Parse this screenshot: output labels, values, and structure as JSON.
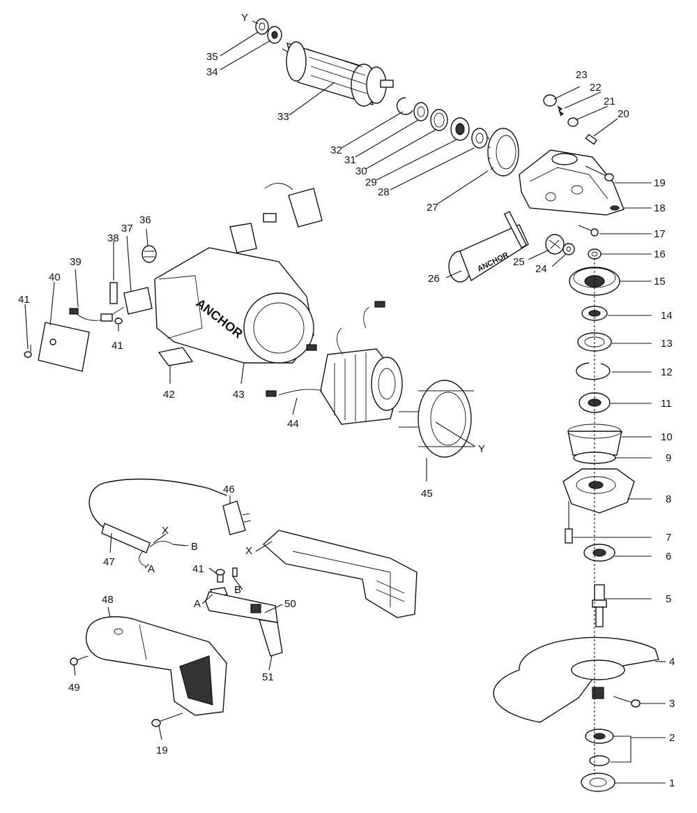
{
  "brand_text": "ANCHOR",
  "colors": {
    "ink": "#111111",
    "paper": "#ffffff"
  },
  "parts": {
    "p1": "1",
    "p2": "2",
    "p3": "3",
    "p4": "4",
    "p5": "5",
    "p6": "6",
    "p7": "7",
    "p8": "8",
    "p9": "9",
    "p10": "10",
    "p11": "11",
    "p12": "12",
    "p13": "13",
    "p14": "14",
    "p15": "15",
    "p16": "16",
    "p17": "17",
    "p18": "18",
    "p19a": "19",
    "p19b": "19",
    "p20": "20",
    "p21": "21",
    "p22": "22",
    "p23": "23",
    "p24": "24",
    "p25": "25",
    "p26": "26",
    "p27": "27",
    "p28": "28",
    "p29": "29",
    "p30": "30",
    "p31": "31",
    "p32": "32",
    "p33": "33",
    "p34": "34",
    "p35": "35",
    "p36": "36",
    "p37": "37",
    "p38": "38",
    "p39": "39",
    "p40": "40",
    "p41a": "41",
    "p41b": "41",
    "p41c": "41",
    "p42": "42",
    "p43": "43",
    "p44": "44",
    "p45": "45",
    "p46": "46",
    "p47": "47",
    "p48": "48",
    "p49": "49",
    "p50": "50",
    "p51": "51"
  },
  "connectors": {
    "y_top": "Y",
    "y_stator": "Y",
    "x_cord": "X",
    "x_housing": "X",
    "b_cord": "B",
    "b_switch": "B",
    "a_cord": "A",
    "a_switch": "A"
  }
}
